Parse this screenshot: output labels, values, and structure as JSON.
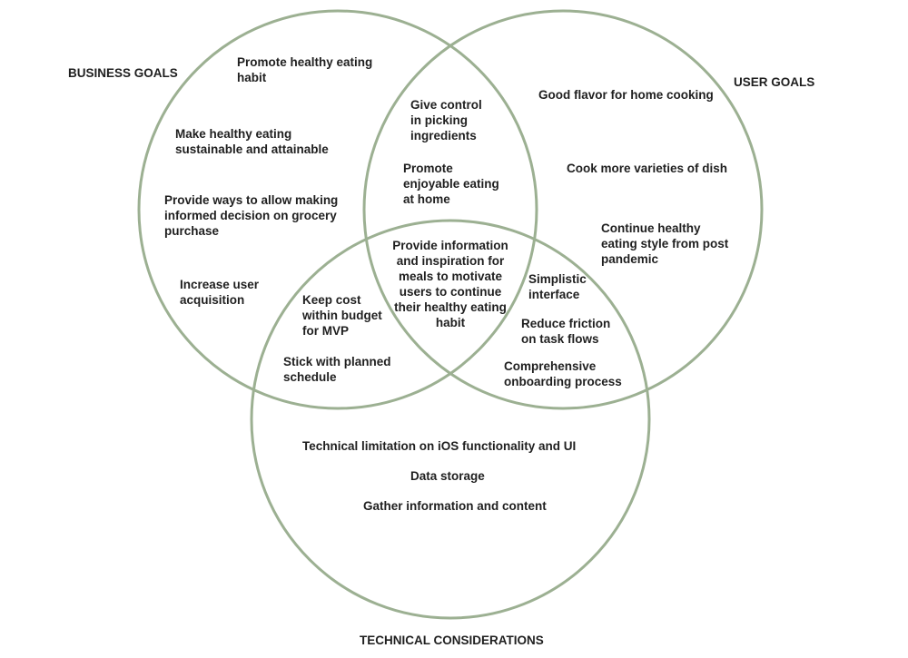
{
  "colors": {
    "circle_stroke": "#9cb092",
    "text": "#1f1f1f",
    "background": "#ffffff"
  },
  "titles": {
    "business": "BUSINESS GOALS",
    "user": "USER GOALS",
    "technical": "TECHNICAL CONSIDERATIONS"
  },
  "business_only": [
    "Promote healthy eating\nhabit",
    "Make healthy eating\nsustainable and attainable",
    "Provide ways to allow making\ninformed decision on grocery\npurchase",
    "Increase user\nacquisition"
  ],
  "business_user": [
    "Give control\nin picking\ningredients",
    "Promote\nenjoyable eating\nat home"
  ],
  "user_only": [
    "Good flavor for home cooking",
    "Cook more varieties of dish",
    "Continue healthy\neating style from post\npandemic"
  ],
  "all_three": "Provide information\nand inspiration for\nmeals to motivate\nusers to continue\ntheir healthy eating\nhabit",
  "business_technical": [
    "Keep cost\nwithin  budget\nfor MVP",
    "Stick with planned\nschedule"
  ],
  "user_technical": [
    "Simplistic\ninterface",
    "Reduce friction\non task flows",
    "Comprehensive\nonboarding process"
  ],
  "technical_only": [
    "Technical limitation on iOS functionality and UI",
    "Data storage",
    "Gather information and content"
  ]
}
